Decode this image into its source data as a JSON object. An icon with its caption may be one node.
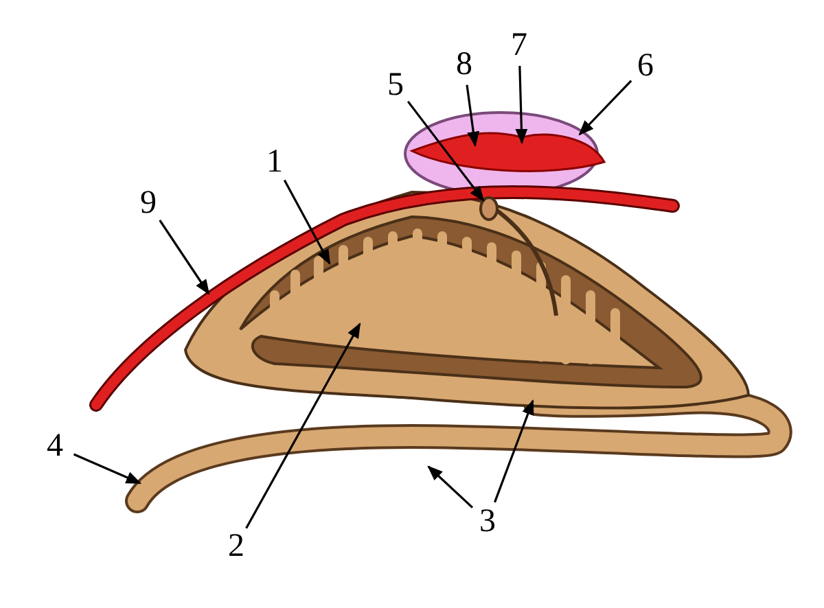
{
  "diagram": {
    "nodes": [
      {
        "text": [
          "1"
        ]
      },
      {
        "text": [
          "2"
        ]
      },
      {
        "text": [
          "3"
        ]
      },
      {
        "text": [
          "4"
        ]
      },
      {
        "text": [
          "5"
        ]
      },
      {
        "text": [
          "6"
        ]
      },
      {
        "text": [
          "7"
        ]
      },
      {
        "text": [
          "8"
        ]
      },
      {
        "text": [
          "9"
        ]
      }
    ],
    "edges": [
      {
        "from": 0,
        "to": null,
        "arrow": "to"
      },
      {
        "from": 1,
        "to": null,
        "arrow": "to"
      },
      {
        "from": 2,
        "to": null,
        "arrow": "to"
      },
      {
        "from": 2,
        "to": null,
        "arrow": "to"
      },
      {
        "from": 3,
        "to": null,
        "arrow": "to"
      },
      {
        "from": 4,
        "to": null,
        "arrow": "to"
      },
      {
        "from": 5,
        "to": null,
        "arrow": "to"
      },
      {
        "from": 6,
        "to": null,
        "arrow": "to"
      },
      {
        "from": 7,
        "to": null,
        "arrow": "to"
      },
      {
        "from": 8,
        "to": null,
        "arrow": "to"
      }
    ]
  }
}
